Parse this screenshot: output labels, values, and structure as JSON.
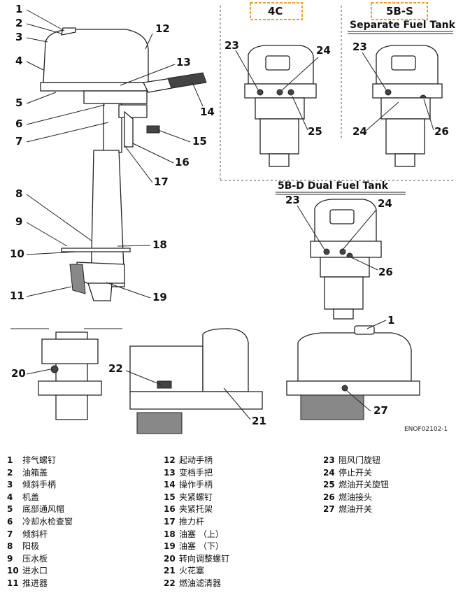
{
  "figure": {
    "headers": {
      "model_4c": "4C",
      "model_5bs": "5B-S",
      "separate_tank": "Separate Fuel Tank",
      "dual_tank": "5B-D Dual Fuel Tank"
    },
    "callouts": {
      "main": [
        "1",
        "2",
        "3",
        "4",
        "5",
        "6",
        "7",
        "8",
        "9",
        "10",
        "11",
        "12",
        "13",
        "14",
        "15",
        "16",
        "17",
        "18",
        "19"
      ],
      "c4c": [
        "23",
        "24",
        "25"
      ],
      "c5bs": [
        "23",
        "24",
        "26"
      ],
      "c5bd": [
        "23",
        "24",
        "26"
      ],
      "bottom": [
        "20",
        "22",
        "21",
        "1",
        "27"
      ]
    },
    "code": "ENOF02102-1"
  },
  "legend": {
    "col1": [
      {
        "num": "1",
        "text": "排气螺钉"
      },
      {
        "num": "2",
        "text": "油箱盖"
      },
      {
        "num": "3",
        "text": "倾斜手柄"
      },
      {
        "num": "4",
        "text": "机盖"
      },
      {
        "num": "5",
        "text": "底部通风帽"
      },
      {
        "num": "6",
        "text": "冷却水检查窗"
      },
      {
        "num": "7",
        "text": "倾斜杆"
      },
      {
        "num": "8",
        "text": "阳极"
      },
      {
        "num": "9",
        "text": "压水板"
      },
      {
        "num": "10",
        "text": "进水口"
      },
      {
        "num": "11",
        "text": "推进器"
      }
    ],
    "col2": [
      {
        "num": "12",
        "text": "起动手柄"
      },
      {
        "num": "13",
        "text": "变档手把"
      },
      {
        "num": "14",
        "text": "操作手柄"
      },
      {
        "num": "15",
        "text": "夹紧螺钉"
      },
      {
        "num": "16",
        "text": "夹紧托架"
      },
      {
        "num": "17",
        "text": "推力杆"
      },
      {
        "num": "18",
        "text": "油塞 （上）"
      },
      {
        "num": "19",
        "text": "油塞 （下）"
      },
      {
        "num": "20",
        "text": "转向调整螺钉"
      },
      {
        "num": "21",
        "text": "火花塞"
      },
      {
        "num": "22",
        "text": "燃油滤清器"
      }
    ],
    "col3": [
      {
        "num": "23",
        "text": "阻风门旋钮"
      },
      {
        "num": "24",
        "text": "停止开关"
      },
      {
        "num": "25",
        "text": "燃油开关旋钮"
      },
      {
        "num": "26",
        "text": "燃油接头"
      },
      {
        "num": "27",
        "text": "燃油开关"
      }
    ]
  }
}
